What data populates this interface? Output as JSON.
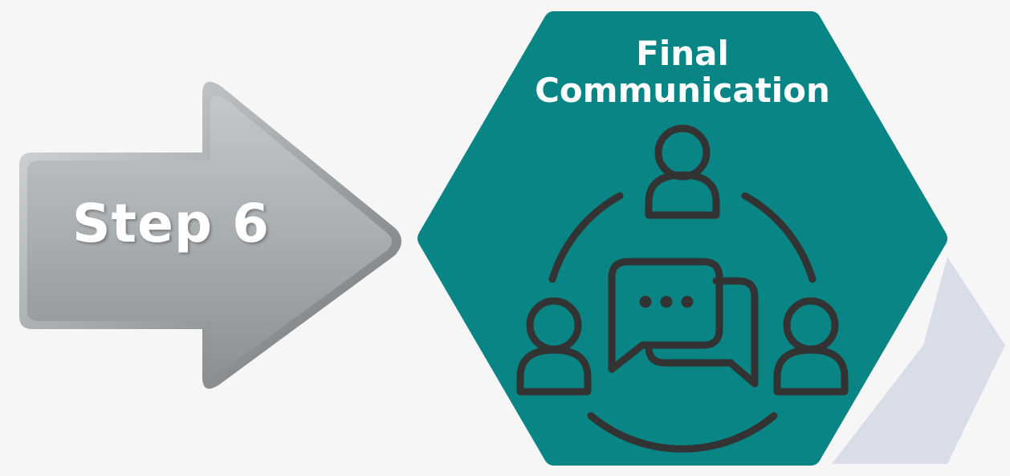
{
  "step": {
    "label": "Step 6"
  },
  "stage": {
    "title_line1": "Final",
    "title_line2": "Communication"
  },
  "icon": {
    "name": "group-communication-icon"
  },
  "colors": {
    "background": "#f6f6f6",
    "arrow": "#a9aeb1",
    "hexagon": "#0a8585",
    "icon_stroke": "#333333",
    "accent_shape": "#d9dde8",
    "text": "#ffffff"
  }
}
